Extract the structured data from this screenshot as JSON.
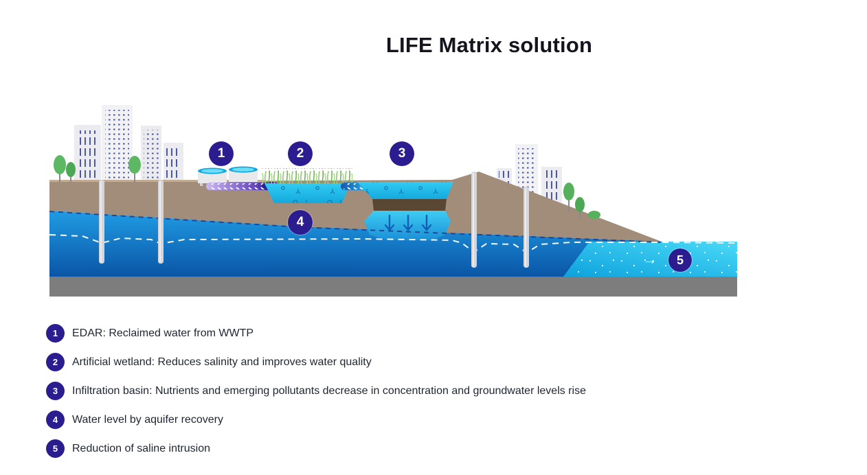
{
  "title": "LIFE Matrix solution",
  "diagram": {
    "markers": [
      {
        "n": "1"
      },
      {
        "n": "2"
      },
      {
        "n": "3"
      },
      {
        "n": "4"
      },
      {
        "n": "5"
      }
    ],
    "flow_arrow": "→"
  },
  "legend": {
    "items": [
      {
        "n": "1",
        "text": "EDAR: Reclaimed water from WWTP"
      },
      {
        "n": "2",
        "text": "Artificial wetland: Reduces salinity and improves water quality"
      },
      {
        "n": "3",
        "text": "Infiltration basin: Nutrients and emerging pollutants decrease in concentration and groundwater levels rise"
      },
      {
        "n": "4",
        "text": "Water level by aquifer recovery"
      },
      {
        "n": "5",
        "text": "Reduction of saline intrusion"
      }
    ]
  },
  "colors": {
    "badge": "#2b1d90",
    "soil": "#a18d79",
    "aquifer_top": "#209ce4",
    "aquifer_bottom": "#0a55a6",
    "sea_cyan": "#2cc9f0",
    "bedrock": "#7d7d7d",
    "feature_water": "#2ec9f2",
    "pipe_purple": "#2c2193",
    "title_text": "#14141f"
  }
}
